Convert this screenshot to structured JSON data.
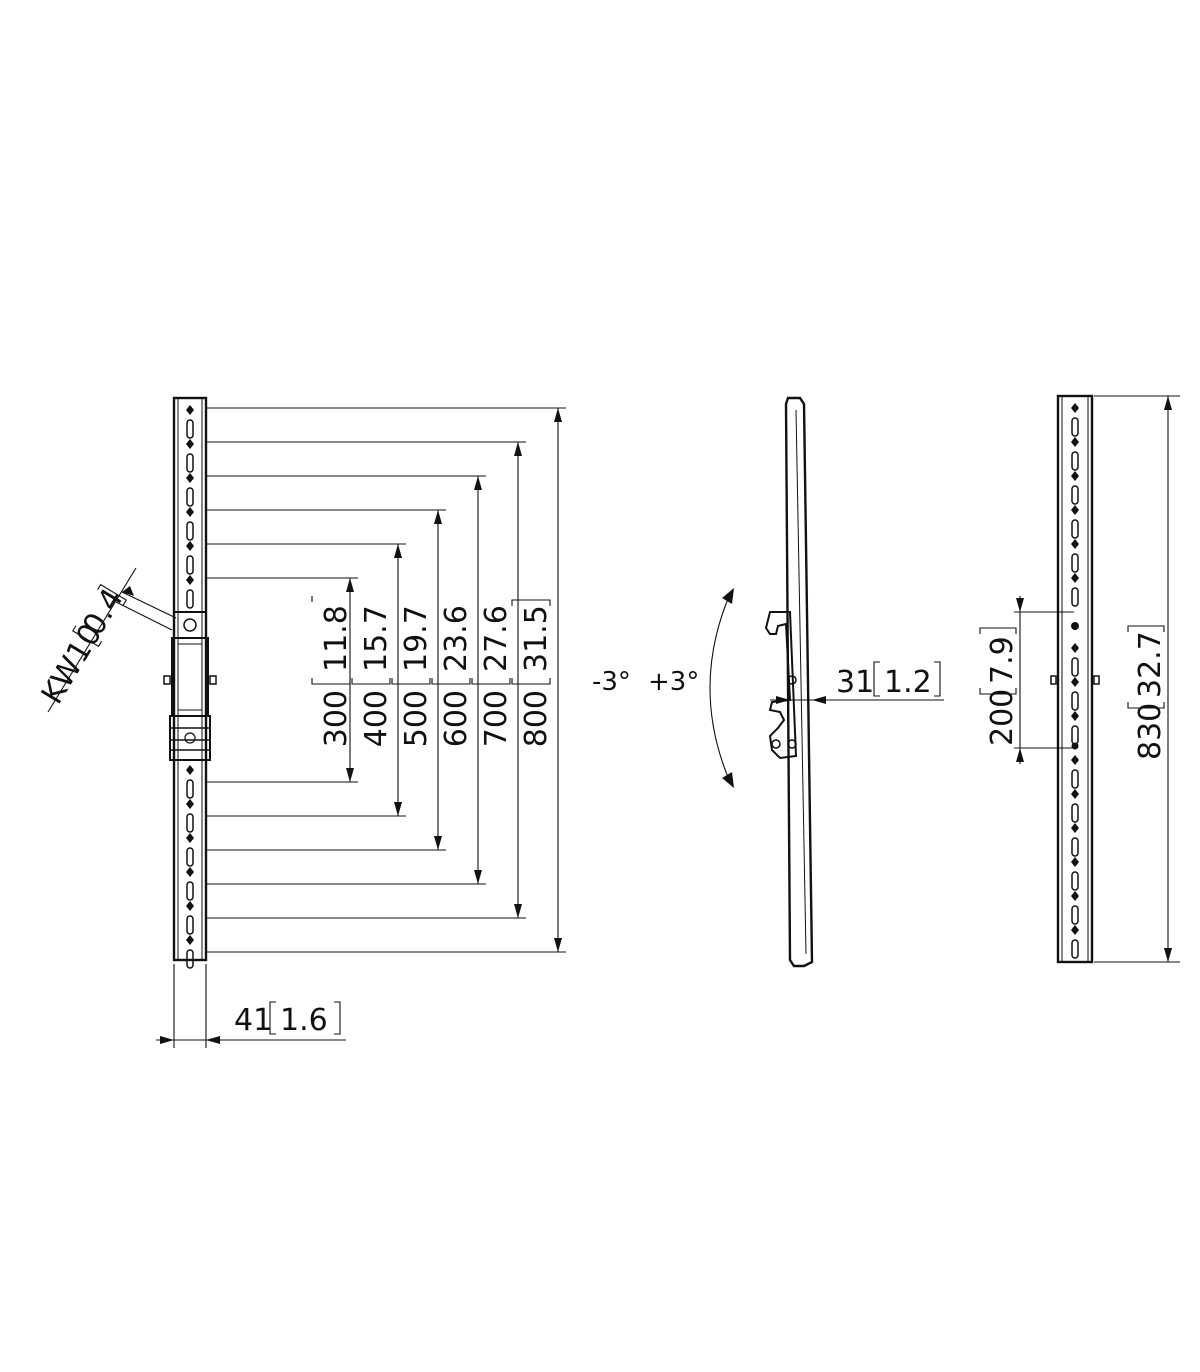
{
  "front_view": {
    "width_dim": {
      "value": "41",
      "inch": "1.6"
    },
    "wrench": {
      "prefix": "KW10",
      "inch": "0.4"
    },
    "spacing_dims": [
      {
        "value": "300",
        "inch": "11.8"
      },
      {
        "value": "400",
        "inch": "15.7"
      },
      {
        "value": "500",
        "inch": "19.7"
      },
      {
        "value": "600",
        "inch": "23.6"
      },
      {
        "value": "700",
        "inch": "27.6"
      },
      {
        "value": "800",
        "inch": "31.5"
      }
    ]
  },
  "side_view": {
    "tilt_minus": "-3°",
    "tilt_plus": "+3°",
    "depth_dim": {
      "value": "31",
      "inch": "1.2"
    }
  },
  "back_view": {
    "adjust_dim": {
      "value": "200",
      "inch": "7.9"
    },
    "height_dim": {
      "value": "830",
      "inch": "32.7"
    }
  }
}
